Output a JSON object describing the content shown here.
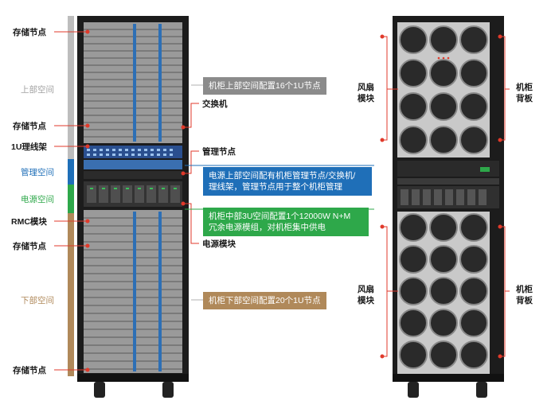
{
  "colors": {
    "gray_zone": "#bdbdbd",
    "blue_zone": "#1f6fb8",
    "green_zone": "#2ea84a",
    "tan_zone": "#b0895a",
    "red_marker": "#e03a2b"
  },
  "front": {
    "labels": {
      "storage_top": "存储节点",
      "upper_space": "上部空间",
      "storage_mid": "存储节点",
      "cable_rack": "1U理线架",
      "mgmt_space": "管理空间",
      "power_space": "电源空间",
      "rmc_module": "RMC模块",
      "storage_low": "存储节点",
      "lower_space": "下部空间",
      "storage_bottom": "存储节点",
      "switch": "交换机",
      "mgmt_node": "管理节点",
      "power_module": "电源模块"
    },
    "boxes": {
      "upper": "机柜上部空间配置16个1U节点",
      "mgmt_line1": "电源上部空间配有机柜管理节点/交换机/",
      "mgmt_line2": "理线架，管理节点用于整个机柜管理",
      "power_line1": "机柜中部3U空间配置1个12000W N+M",
      "power_line2": "冗余电源模组，对机柜集中供电",
      "lower": "机柜下部空间配置20个1U节点"
    }
  },
  "back": {
    "labels": {
      "fan_module_top_1": "风扇",
      "fan_module_top_2": "模块",
      "backplane_top_1": "机柜",
      "backplane_top_2": "背板",
      "fan_module_bot_1": "风扇",
      "fan_module_bot_2": "模块",
      "backplane_bot_1": "机柜",
      "backplane_bot_2": "背板"
    }
  }
}
